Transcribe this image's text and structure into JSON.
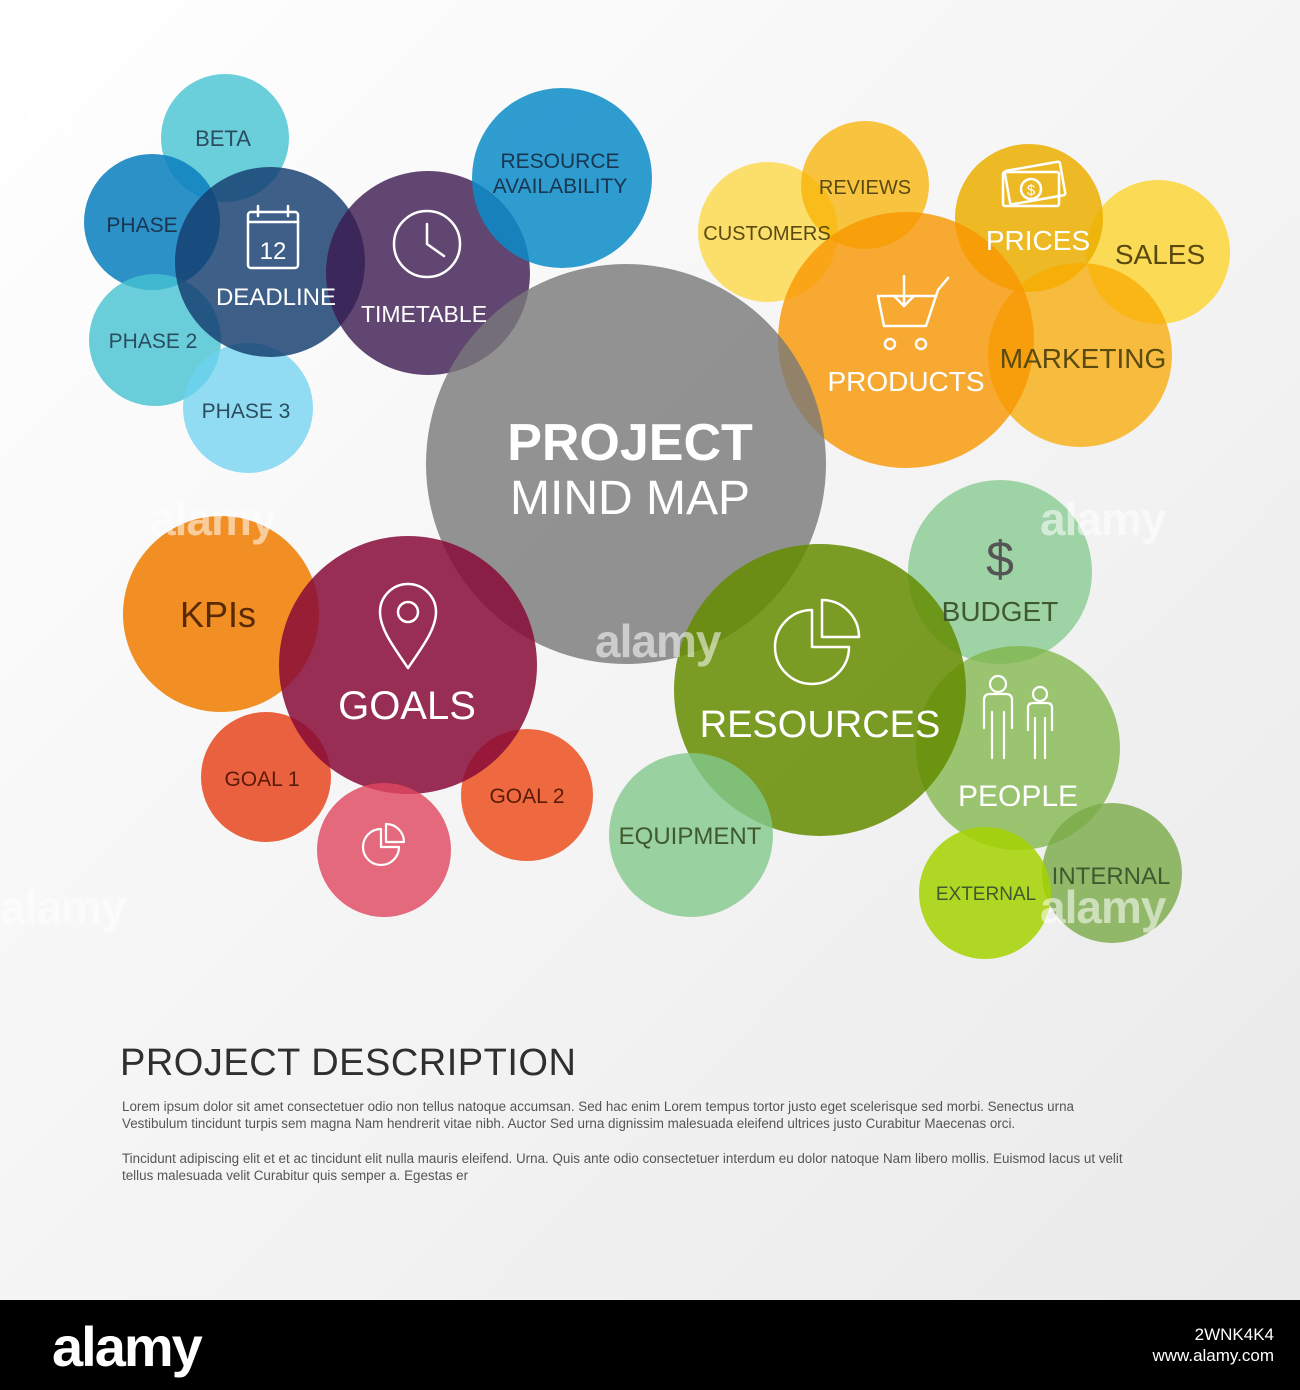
{
  "center": {
    "title_line1": "PROJECT",
    "title_line2": "MIND MAP"
  },
  "bubbles": {
    "beta": "BETA",
    "phase": "PHASE",
    "phase2": "PHASE 2",
    "phase3": "PHASE 3",
    "deadline": "DEADLINE",
    "calendar_day": "12",
    "timetable": "TIMETABLE",
    "resource_line1": "RESOURCE",
    "resource_line2": "AVAILABILITY",
    "customers": "CUSTOMERS",
    "reviews": "REVIEWS",
    "prices": "PRICES",
    "sales": "SALES",
    "products": "PRODUCTS",
    "marketing": "MARKETING",
    "kpis": "KPIs",
    "goals": "GOALS",
    "goal1": "GOAL 1",
    "goal2": "GOAL 2",
    "resources": "RESOURCES",
    "budget": "BUDGET",
    "people": "PEOPLE",
    "equipment": "EQUIPMENT",
    "external": "EXTERNAL",
    "internal": "INTERNAL"
  },
  "description": {
    "title": "PROJECT DESCRIPTION",
    "paragraph1": "Lorem ipsum dolor sit amet consectetuer odio non tellus natoque accumsan. Sed hac enim Lorem tempus tortor justo eget scelerisque sed morbi. Senectus urna Vestibulum tincidunt turpis sem magna Nam hendrerit vitae nibh. Auctor Sed urna dignissim malesuada eleifend ultrices justo Curabitur Maecenas orci.",
    "paragraph2": "Tincidunt adipiscing elit et et ac tincidunt elit nulla mauris eleifend. Urna. Quis ante odio consectetuer interdum eu dolor natoque Nam libero mollis. Euismod lacus ut velit tellus malesuada velit Curabitur quis semper a. Egestas er"
  },
  "watermark": {
    "text": "alamy"
  },
  "footer": {
    "logo": "alamy",
    "image_id": "2WNK4K4",
    "site": "www.alamy.com"
  },
  "colors": {
    "center": "#8c8c8c",
    "teal": "#5cc6d4",
    "blue": "#1b8ec6",
    "navy": "#1a4c7a",
    "purple": "#4f2f66",
    "yellow": "#fdd02a",
    "orange": "#f5a000",
    "crimson": "#8a1040",
    "red_orange": "#ea4a25",
    "green": "#7a9a00",
    "light_green": "#8ccf8f",
    "lime": "#a6d000"
  }
}
